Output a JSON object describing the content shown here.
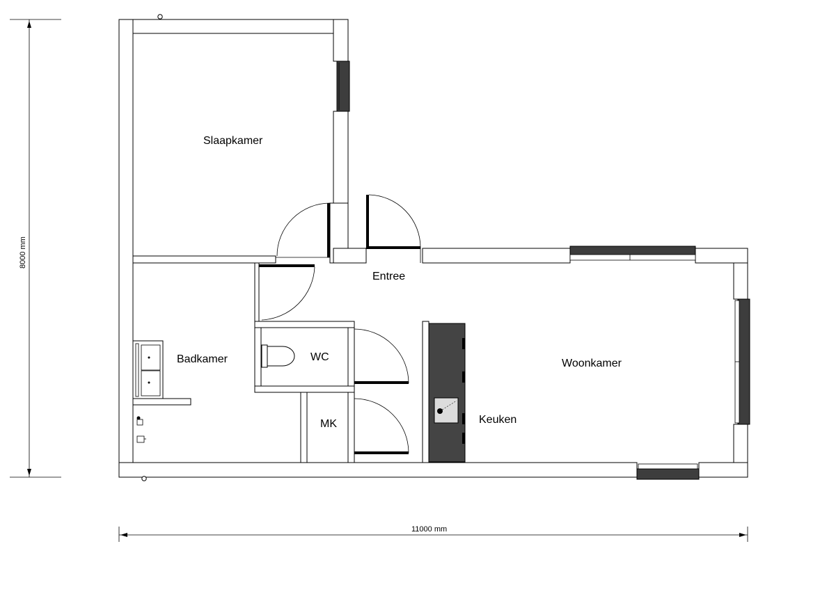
{
  "rooms": {
    "slaapkamer": "Slaapkamer",
    "entree": "Entree",
    "badkamer": "Badkamer",
    "wc": "WC",
    "mk": "MK",
    "woonkamer": "Woonkamer",
    "keuken": "Keuken"
  },
  "dimensions": {
    "height": "8000 mm",
    "width": "11000 mm"
  },
  "colors": {
    "wall_stroke": "#000000",
    "window_fill": "#3d3d3d",
    "counter_fill": "#444444",
    "background": "#ffffff"
  }
}
